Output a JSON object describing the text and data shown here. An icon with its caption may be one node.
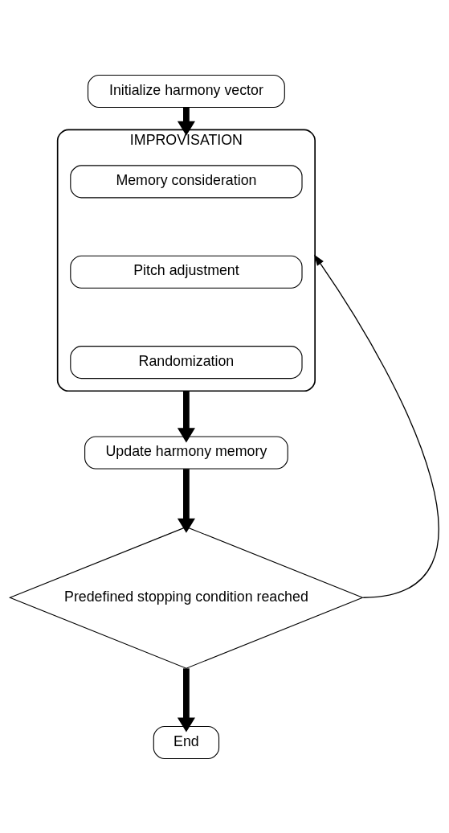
{
  "diagram": {
    "nodes": [
      {
        "text": [
          "Initialize harmony vector"
        ]
      },
      {
        "text": [
          "IMPROVISATION"
        ]
      },
      {
        "text": [
          "Memory consideration"
        ],
        "in": 1
      },
      {
        "text": [
          "Pitch adjustment"
        ],
        "in": 1
      },
      {
        "text": [
          "Randomization"
        ],
        "in": 1
      },
      {
        "text": [
          "Update harmony memory"
        ]
      },
      {
        "text": [
          "Predefined stopping condition reached"
        ]
      },
      {
        "text": [
          "End"
        ]
      }
    ],
    "edges": [
      {
        "from": 0,
        "to": 1,
        "arrow": "to"
      },
      {
        "from": 1,
        "to": 5,
        "arrow": "to"
      },
      {
        "from": 5,
        "to": 6,
        "arrow": "to"
      },
      {
        "from": 6,
        "to": 7,
        "arrow": "to"
      },
      {
        "from": 6,
        "to": 1,
        "arrow": "to"
      }
    ]
  }
}
